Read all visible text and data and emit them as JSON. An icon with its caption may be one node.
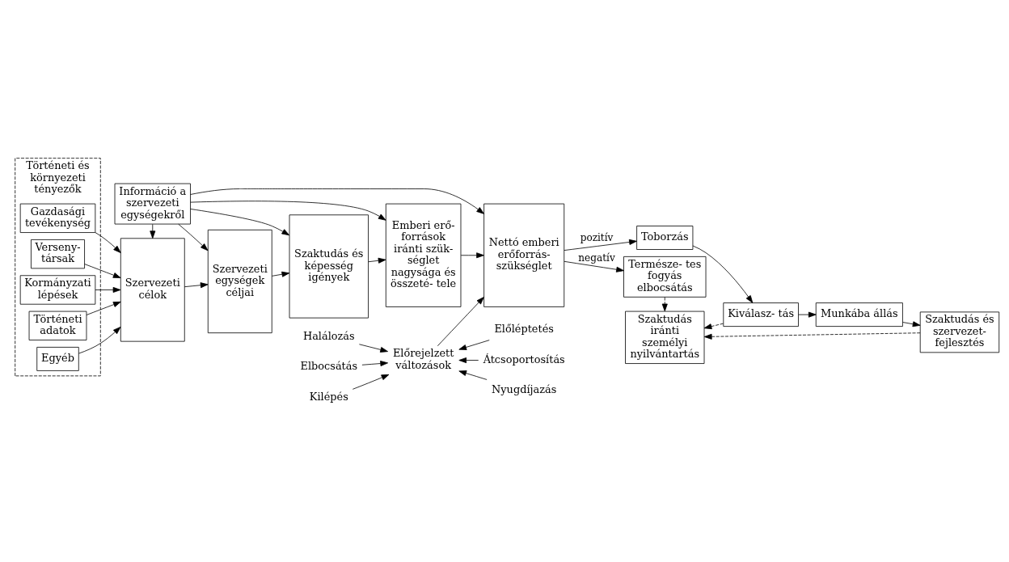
{
  "diagram": {
    "nodes": [
      {
        "text": [
          "Történeti és környezeti tényezők"
        ]
      },
      {
        "text": [
          "Gazdasági tevékenység"
        ],
        "in": 0
      },
      {
        "text": [
          "Verseny- társak"
        ],
        "in": 0
      },
      {
        "text": [
          "Kormányzati lépések"
        ],
        "in": 0
      },
      {
        "text": [
          "Történeti adatok"
        ],
        "in": 0
      },
      {
        "text": [
          "Egyéb"
        ],
        "in": 0
      },
      {
        "text": [
          "Információ a szervezeti egységekről"
        ]
      },
      {
        "text": [
          "Szervezeti célok"
        ]
      },
      {
        "text": [
          "Szervezeti egységek céljai"
        ]
      },
      {
        "text": [
          "Szaktudás és képesség igények"
        ]
      },
      {
        "text": [
          "Emberi erő- források iránti szük- séglet nagysága és összeté- tele"
        ]
      },
      {
        "text": [
          "Nettó emberi erőforrás- szükséglet"
        ]
      },
      {
        "text": [
          "Szaktudás iránti személyi nyilvántartás"
        ]
      },
      {
        "text": [
          "Toborzás"
        ]
      },
      {
        "text": [
          "Természe- tes fogyás elbocsátás"
        ]
      },
      {
        "text": [
          "Kiválasz- tás"
        ]
      },
      {
        "text": [
          "Munkába állás"
        ]
      },
      {
        "text": [
          "Szaktudás és szervezet- fejlesztés"
        ]
      },
      {
        "text": [
          "Előrejelzett változások"
        ]
      },
      {
        "text": [
          "Halálozás"
        ]
      },
      {
        "text": [
          "Elbocsátás"
        ]
      },
      {
        "text": [
          "Kilépés"
        ]
      },
      {
        "text": [
          "Előléptetés"
        ]
      },
      {
        "text": [
          "Átcsoportosítás"
        ]
      },
      {
        "text": [
          "Nyugdíjazás"
        ]
      }
    ],
    "edges": [
      {
        "from": 1,
        "to": 7,
        "arrow": "to"
      },
      {
        "from": 2,
        "to": 7,
        "arrow": "to"
      },
      {
        "from": 3,
        "to": 7,
        "arrow": "to"
      },
      {
        "from": 4,
        "to": 7,
        "arrow": "to"
      },
      {
        "from": 5,
        "to": 7,
        "arrow": "to"
      },
      {
        "from": 6,
        "to": 7,
        "arrow": "to"
      },
      {
        "from": 6,
        "to": 8,
        "arrow": "to"
      },
      {
        "from": 6,
        "to": 9,
        "arrow": "to"
      },
      {
        "from": 6,
        "to": 10,
        "arrow": "to"
      },
      {
        "from": 6,
        "to": 11,
        "arrow": "to"
      },
      {
        "from": 7,
        "to": 8,
        "arrow": "to"
      },
      {
        "from": 8,
        "to": 9,
        "arrow": "to"
      },
      {
        "from": 9,
        "to": 10,
        "arrow": "to"
      },
      {
        "from": 10,
        "to": 11,
        "arrow": "to"
      },
      {
        "from": 11,
        "to": 13,
        "arrow": "to",
        "label": "pozitív"
      },
      {
        "from": 11,
        "to": 14,
        "arrow": "to",
        "label": "negatív"
      },
      {
        "from": 13,
        "to": 15,
        "arrow": "to"
      },
      {
        "from": 14,
        "to": 12,
        "arrow": "to",
        "style": "dashed"
      },
      {
        "from": 15,
        "to": 12,
        "arrow": "to",
        "style": "dashed"
      },
      {
        "from": 15,
        "to": 16,
        "arrow": "to"
      },
      {
        "from": 16,
        "to": 17,
        "arrow": "to"
      },
      {
        "from": 17,
        "to": 12,
        "arrow": "to",
        "style": "dashed"
      },
      {
        "from": 18,
        "to": 11,
        "arrow": "to"
      },
      {
        "from": 19,
        "to": 18,
        "arrow": "to"
      },
      {
        "from": 20,
        "to": 18,
        "arrow": "to"
      },
      {
        "from": 21,
        "to": 18,
        "arrow": "to"
      },
      {
        "from": 22,
        "to": 18,
        "arrow": "to"
      },
      {
        "from": 23,
        "to": 18,
        "arrow": "to"
      },
      {
        "from": 24,
        "to": 18,
        "arrow": "to"
      }
    ]
  }
}
